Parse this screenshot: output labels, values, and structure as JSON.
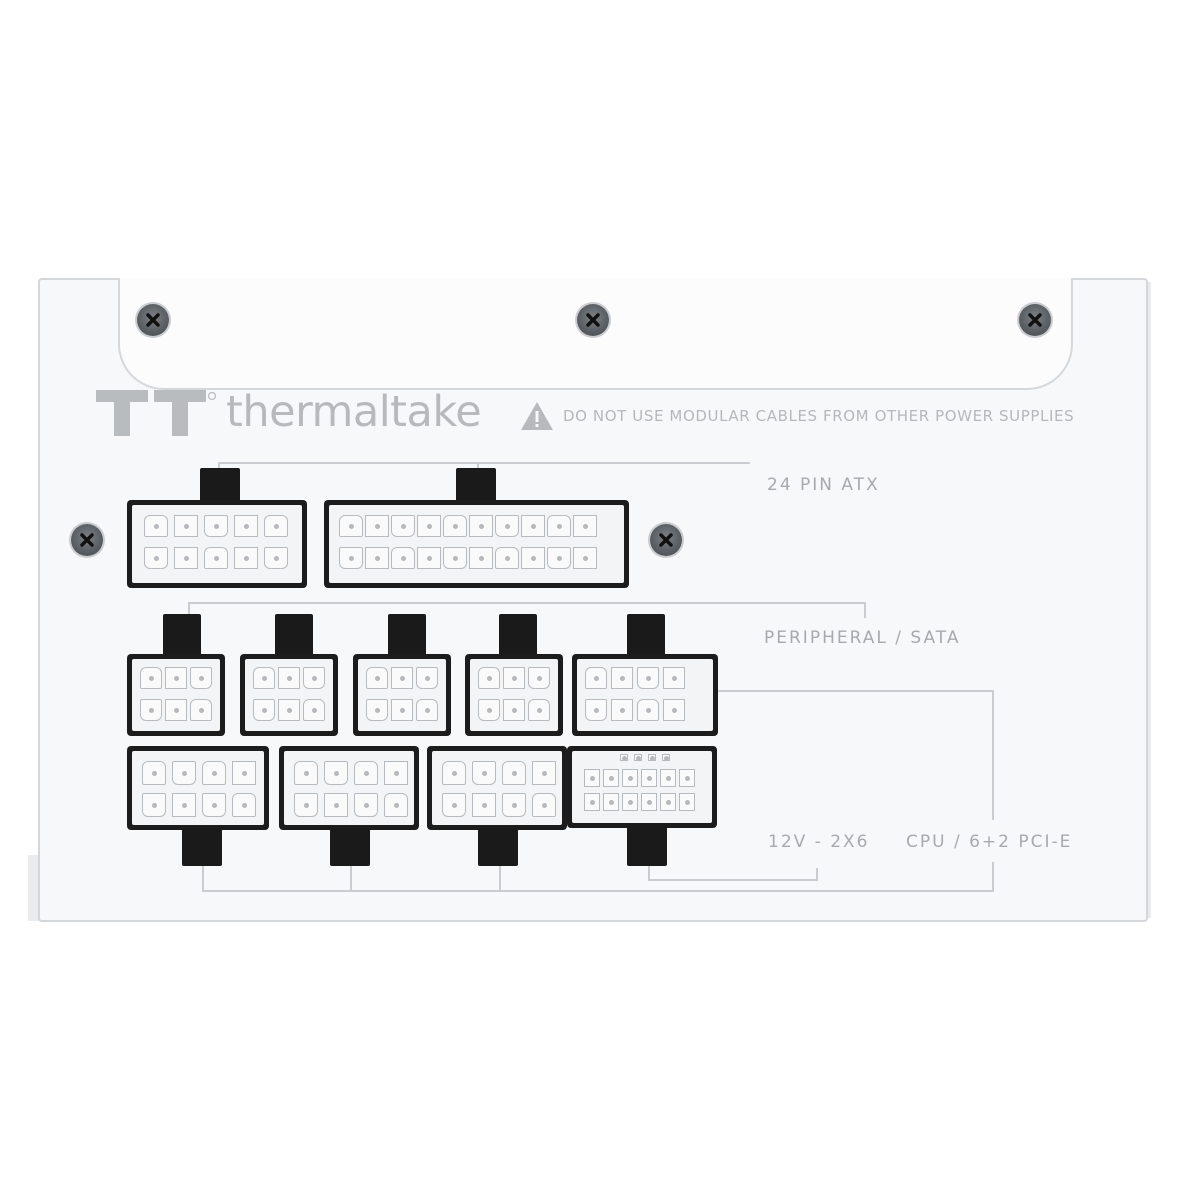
{
  "brand": {
    "name": "thermaltake",
    "logo_icon": "tt-logo-icon"
  },
  "warning": {
    "icon": "warning-triangle-icon",
    "text": "DO NOT USE MODULAR CABLES FROM OTHER POWER SUPPLIES"
  },
  "labels": {
    "atx": "24 PIN ATX",
    "peripheral": "PERIPHERAL / SATA",
    "gpu": "12V - 2X6",
    "cpu": "CPU / 6+2 PCI-E"
  },
  "connectors": {
    "atx": 2,
    "peripheral_sata": 5,
    "cpu_pcie": 3,
    "gpu_12v_2x6": 1
  },
  "colors": {
    "panel": "#f7f8f9",
    "connector": "#1c1c1c",
    "screw": "#5b6065",
    "label": "#a6aaae"
  }
}
